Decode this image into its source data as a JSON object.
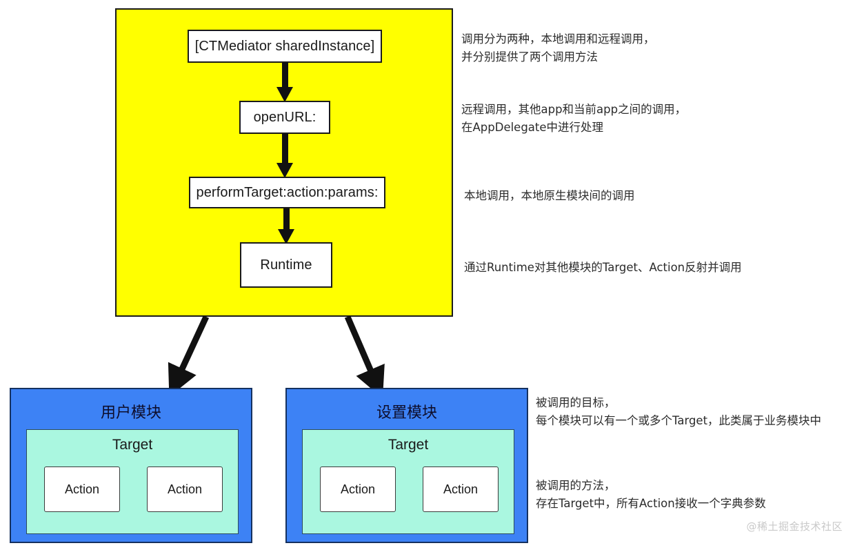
{
  "colors": {
    "mediator_fill": "#ffff00",
    "module_fill": "#3d82f5",
    "target_fill": "#aaf7e0",
    "box_fill": "#ffffff",
    "stroke": "#1a1a1a",
    "text": "#2b2b2b",
    "watermark": "#c9c9c9"
  },
  "mediator": {
    "steps": [
      {
        "id": "shared-instance",
        "label": "[CTMediator sharedInstance]"
      },
      {
        "id": "openurl",
        "label": "openURL:"
      },
      {
        "id": "perform-target",
        "label": "performTarget:action:params:"
      },
      {
        "id": "runtime",
        "label": "Runtime"
      }
    ]
  },
  "modules": [
    {
      "id": "user",
      "title": "用户模块",
      "target": {
        "label": "Target"
      },
      "actions": [
        {
          "label": "Action"
        },
        {
          "label": "Action"
        }
      ]
    },
    {
      "id": "settings",
      "title": "设置模块",
      "target": {
        "label": "Target"
      },
      "actions": [
        {
          "label": "Action"
        },
        {
          "label": "Action"
        }
      ]
    }
  ],
  "annotations": [
    {
      "id": "note-1",
      "text": "调用分为两种，本地调用和远程调用，\n并分别提供了两个调用方法"
    },
    {
      "id": "note-2",
      "text": "远程调用，其他app和当前app之间的调用，\n在AppDelegate中进行处理"
    },
    {
      "id": "note-3",
      "text": "本地调用，本地原生模块间的调用"
    },
    {
      "id": "note-4",
      "text": "通过Runtime对其他模块的Target、Action反射并调用"
    },
    {
      "id": "note-5",
      "text": "被调用的目标，\n每个模块可以有一个或多个Target，此类属于业务模块中"
    },
    {
      "id": "note-6",
      "text": "被调用的方法，\n存在Target中，所有Action接收一个字典参数"
    }
  ],
  "watermark": {
    "text": "@稀土掘金技术社区"
  }
}
